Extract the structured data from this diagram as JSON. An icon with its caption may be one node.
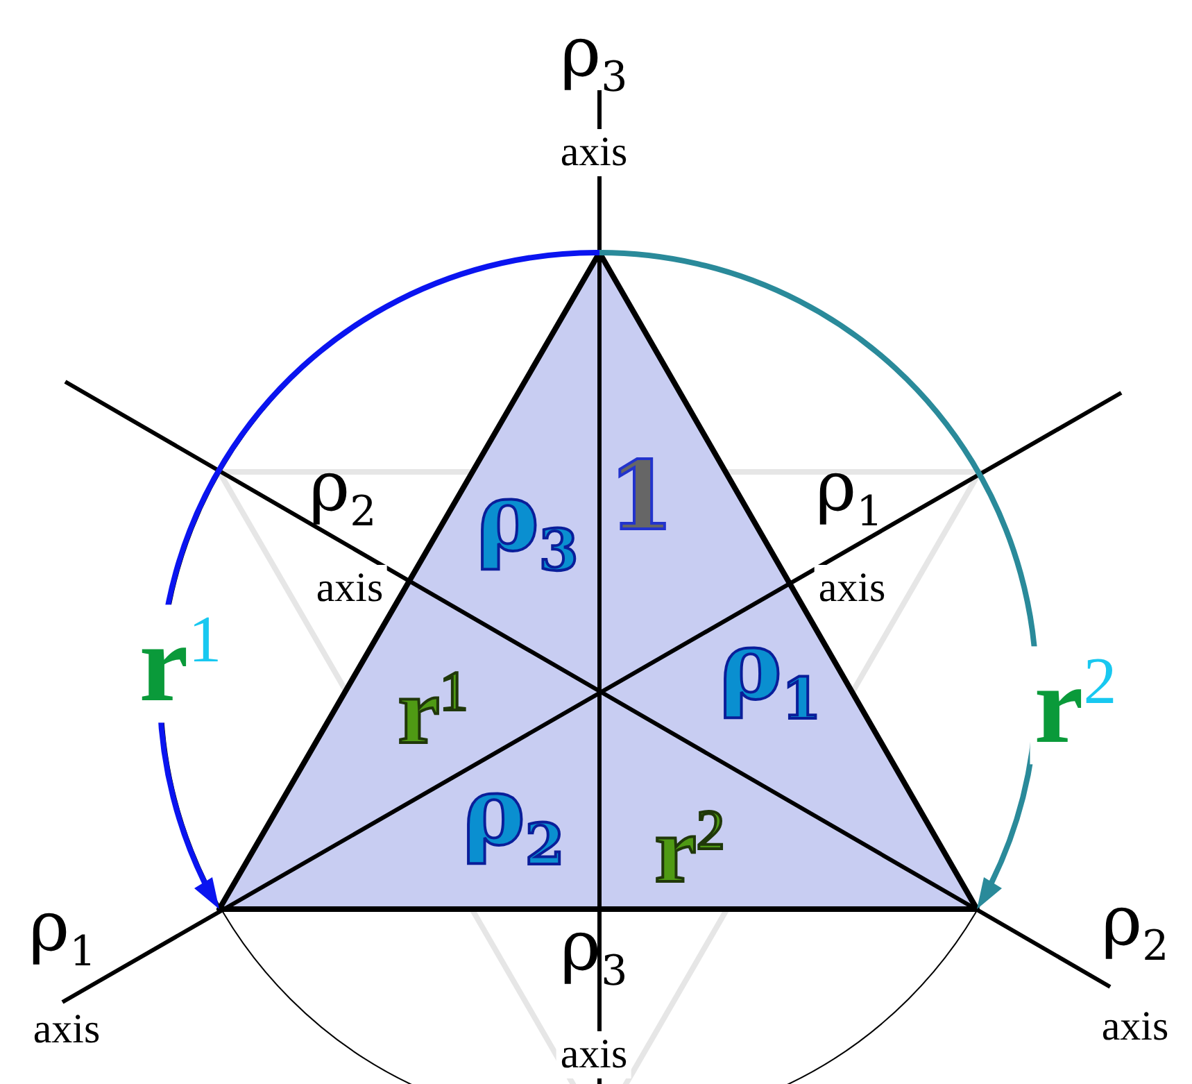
{
  "diagram": {
    "labels": [
      "ρ$_{3}$",
      "axis",
      "ρ$_{2}$",
      "axis",
      "ρ$_{1}$",
      "axis",
      "ρ$_{3}$",
      "1",
      "r$^{1}$",
      "ρ$_{1}$",
      "r$^{1}$",
      "ρ$_{2}$",
      "r$^{2}$",
      "r$^{2}$",
      "ρ$_{1}$",
      "axis",
      "ρ$_{3}$",
      "axis",
      "ρ$_{2}$",
      "axis"
    ]
  }
}
